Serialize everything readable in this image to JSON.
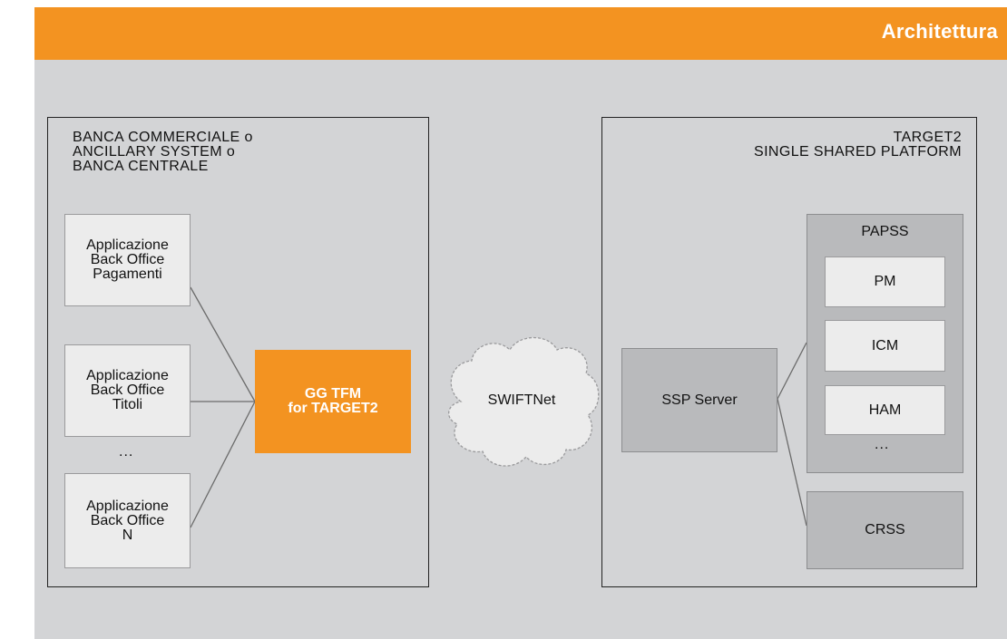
{
  "header": {
    "title": "Architettura"
  },
  "left_group": {
    "title": "BANCA COMMERCIALE o\nANCILLARY SYSTEM o\nBANCA CENTRALE",
    "apps": [
      "Applicazione\nBack Office\nPagamenti",
      "Applicazione\nBack Office\nTitoli",
      "Applicazione\nBack Office\nN"
    ],
    "ellipsis": "..."
  },
  "hub": {
    "label": "GG TFM\nfor TARGET2"
  },
  "network": {
    "label": "SWIFTNet"
  },
  "right_group": {
    "title": "TARGET2\nSINGLE SHARED PLATFORM",
    "server": "SSP Server",
    "papss": {
      "title": "PAPSS",
      "modules": [
        "PM",
        "ICM",
        "HAM"
      ],
      "ellipsis": "..."
    },
    "crss": "CRSS"
  },
  "colors": {
    "accent": "#f39321",
    "background": "#d3d4d6"
  }
}
